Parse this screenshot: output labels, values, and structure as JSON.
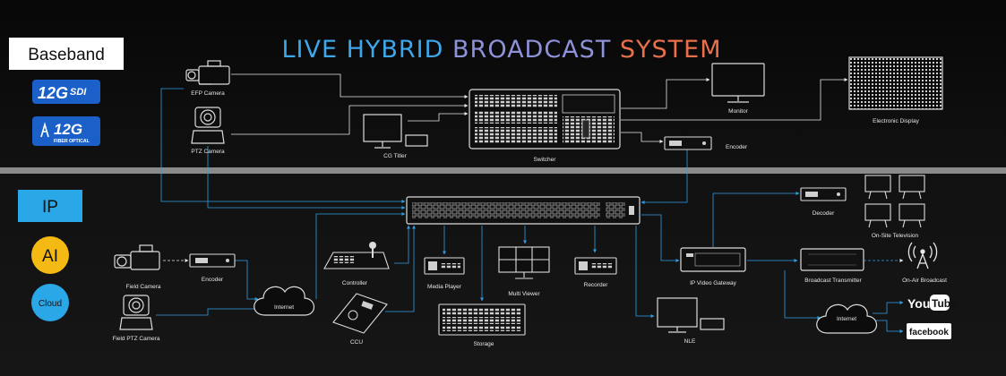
{
  "title": {
    "part1": "LIVE HYBRID ",
    "part2": "BROADCAST ",
    "part3": "SYSTEM"
  },
  "colors": {
    "title1": "#3ea6ea",
    "title2": "#8e92d8",
    "title3": "#e8704a",
    "link_blue": "#2e9fe6",
    "link_white": "#e8e8e8",
    "ip_box": "#2aa7e6",
    "ai_circle": "#f5b914",
    "cloud_circle": "#2aa7e6",
    "divider": "#8a8a8a"
  },
  "sidebar": {
    "baseband": "Baseband",
    "sdi_badge": {
      "main": "12G",
      "sub": "SDI"
    },
    "fiber_badge": {
      "main": "12G",
      "sub": "FIBER OPTICAL"
    },
    "ip": "IP",
    "ai": "AI",
    "cloud": "Cloud"
  },
  "labels": {
    "efp_camera": "EFP Camera",
    "ptz_camera": "PTZ Camera",
    "cg_titler": "CG Titler",
    "switcher": "Switcher",
    "monitor": "Monitor",
    "encoder_top": "Encoder",
    "electronic_display": "Electronic Display",
    "field_camera": "Field Camera",
    "encoder_field": "Encoder",
    "field_ptz_camera": "Field PTZ Camera",
    "internet_left": "Internet",
    "controller": "Controller",
    "ccu": "CCU",
    "media_player": "Media Player",
    "multi_viewer": "Multi Viewer",
    "recorder": "Recorder",
    "storage": "Storage",
    "nle": "NLE",
    "ip_video_gateway": "IP Video Gateway",
    "decoder": "Decoder",
    "on_site_television": "On-Site Television",
    "broadcast_transmitter": "Broadcast Transmitter",
    "on_air_broadcast": "On-Air Broadcast",
    "internet_right": "Internet"
  },
  "social": {
    "youtube_a": "You",
    "youtube_b": "Tube",
    "facebook": "facebook"
  },
  "icons": [
    "camera-icon",
    "ptz-camera-icon",
    "monitor-icon",
    "encoder-icon",
    "switcher-console-icon",
    "network-switch-icon",
    "cloud-icon",
    "joystick-controller-icon",
    "storage-array-icon",
    "antenna-icon",
    "tv-icon",
    "display-wall-icon"
  ]
}
